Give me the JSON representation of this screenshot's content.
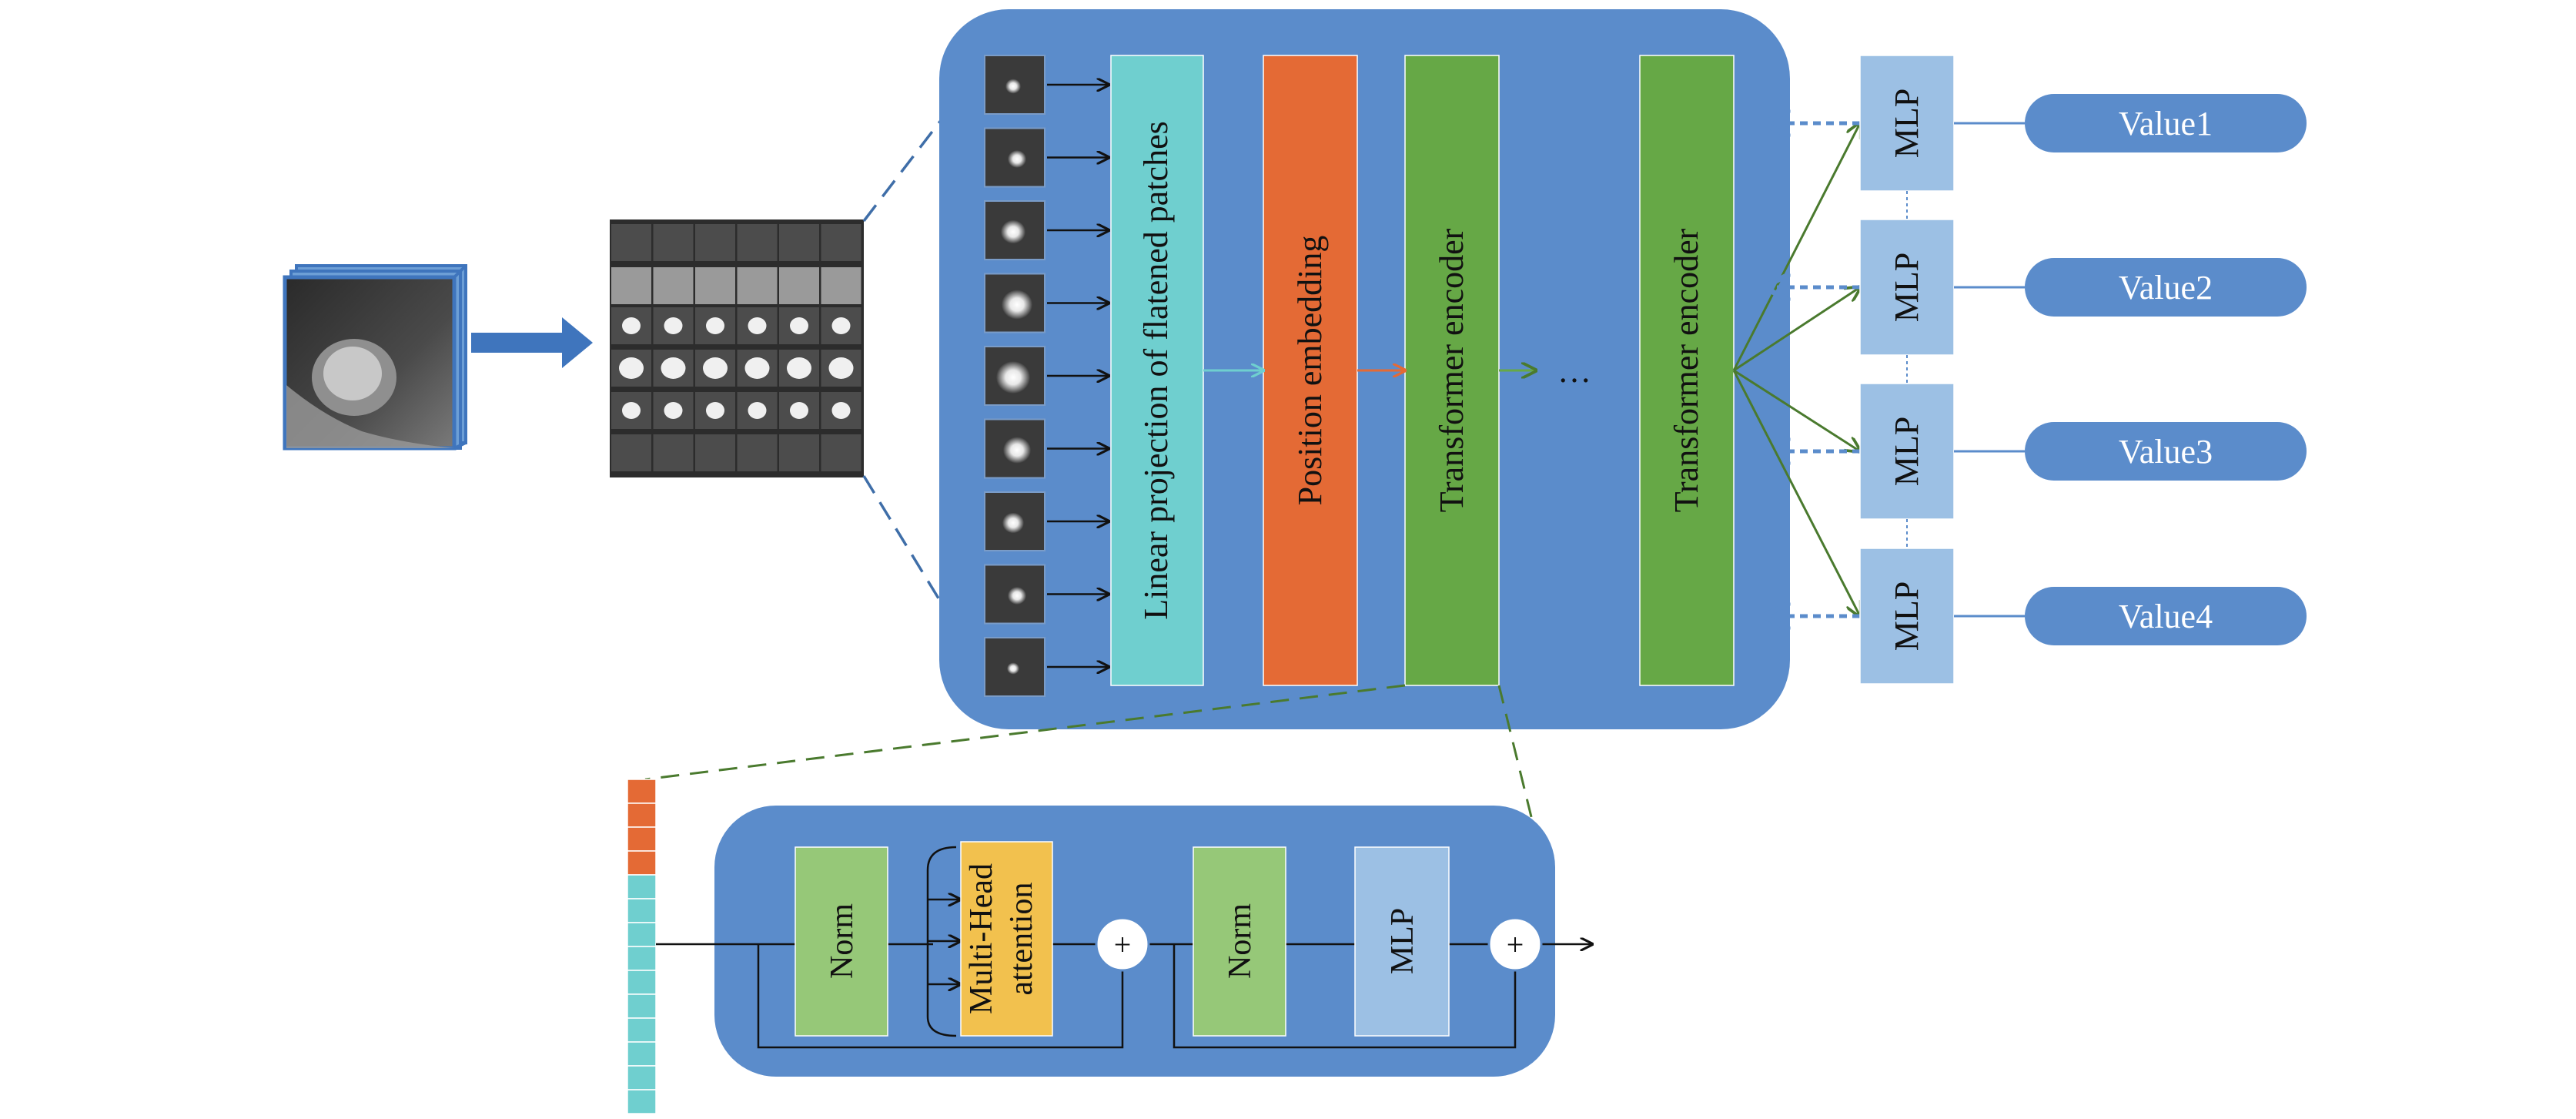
{
  "diagram": {
    "blocks": {
      "linear_projection": "Linear projection of flatened patches",
      "position_embedding": "Position embedding",
      "transformer_encoder_1": "Transformer encoder",
      "transformer_encoder_2": "Transformer encoder",
      "ellipsis": "…"
    },
    "heads": [
      {
        "mlp_label": "MLP",
        "output": "Value1"
      },
      {
        "mlp_label": "MLP",
        "output": "Value2"
      },
      {
        "mlp_label": "MLP",
        "output": "Value3"
      },
      {
        "mlp_label": "MLP",
        "output": "Value4"
      }
    ],
    "encoder_detail": {
      "norm_1": "Norm",
      "attention_line_1": "Multi-Head",
      "attention_line_2": "attention",
      "norm_2": "Norm",
      "mlp": "MLP",
      "add_symbol": "+"
    },
    "patch_count": 9,
    "colors": {
      "panel_blue": "#5b8ccb",
      "linear_projection": "#6fcfcf",
      "position_embedding": "#e46a35",
      "transformer_encoder": "#66a846",
      "mlp_head": "#9cc0e4",
      "value_pill": "#5b8ccb",
      "norm": "#96c878",
      "attention": "#f2c14e",
      "inner_mlp": "#9cc0e4",
      "connector_green": "#4a7a2e",
      "connector_blue": "#5b8ccb"
    },
    "icons": [
      "ct-volume-thumbnail",
      "slice-grid-thumbnail",
      "patch-thumbnail",
      "token-column",
      "add-circle-icon",
      "arrow-right-icon"
    ]
  }
}
